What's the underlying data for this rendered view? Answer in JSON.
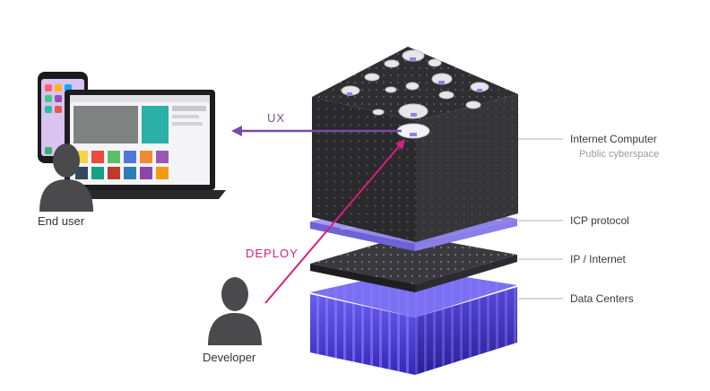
{
  "people": {
    "end_user": "End user",
    "developer": "Developer"
  },
  "flows": {
    "ux": "UX",
    "deploy": "DEPLOY"
  },
  "layers": [
    {
      "name": "Internet Computer",
      "subtitle": "Public cyberspace"
    },
    {
      "name": "ICP protocol"
    },
    {
      "name": "IP / Internet"
    },
    {
      "name": "Data Centers"
    }
  ],
  "colors": {
    "ux_arrow": "#7a4aa5",
    "deploy_arrow": "#d61f7e",
    "cube_dark": "#2b2b2d",
    "protocol_purple": "#8e82e6",
    "datacenter_blue": "#4b3ed1"
  },
  "icons": [
    "smartphone-icon",
    "laptop-icon",
    "person-icon"
  ]
}
